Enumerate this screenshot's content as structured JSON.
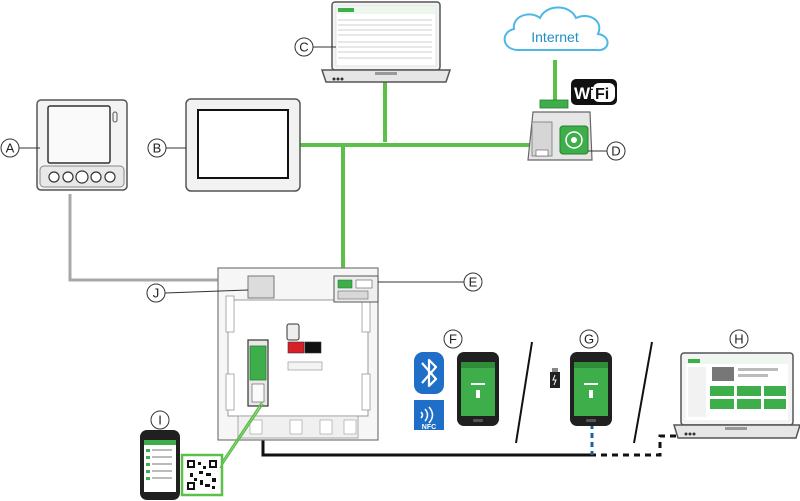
{
  "callouts": {
    "a": "A",
    "b": "B",
    "c": "C",
    "d": "D",
    "e": "E",
    "f": "F",
    "g": "G",
    "h": "H",
    "i": "I",
    "j": "J"
  },
  "cloud_label": "Internet",
  "wifi_label_1": "Wi",
  "wifi_label_2": "Fi",
  "nfc_label": "NFC",
  "colors": {
    "ethernet": "#5bbf4a",
    "modbus": "#a8a8a8",
    "usb": "#111111",
    "usb_otg_link": "#1f5fa8",
    "cloud_stroke": "#4cb8e4",
    "cloud_text": "#1f8fc8",
    "bluetooth": "#1f6fc8",
    "app_green": "#3dae4a"
  },
  "icons": {
    "bluetooth": "bluetooth-icon",
    "nfc": "nfc-icon",
    "wifi": "wifi-icon",
    "usb": "usb-icon",
    "qr": "qr-code-icon"
  }
}
